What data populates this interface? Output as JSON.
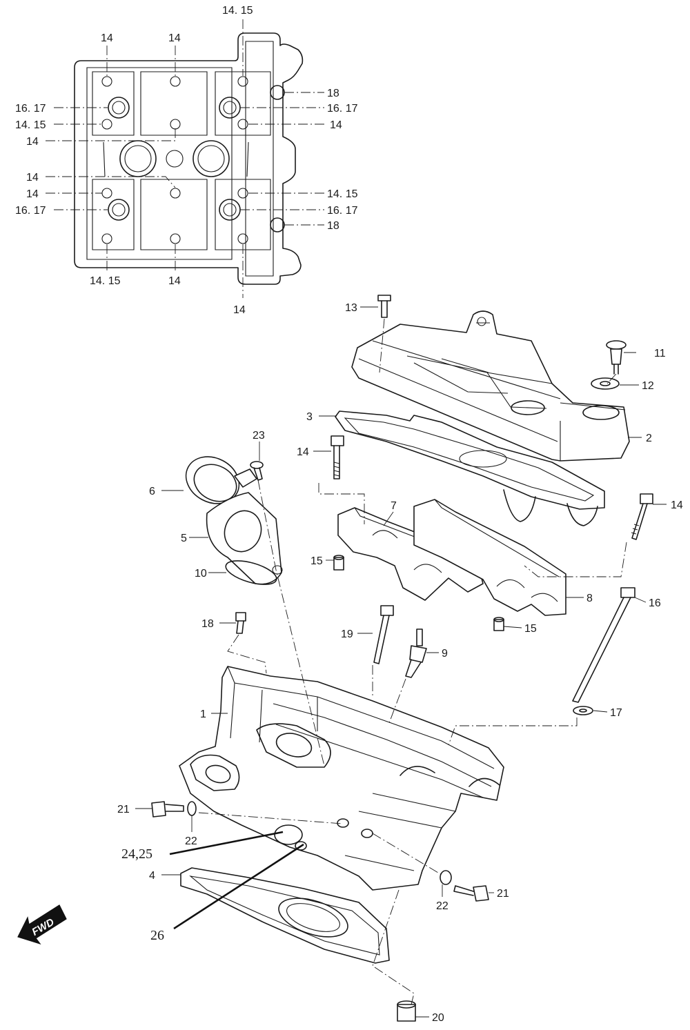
{
  "labels": {
    "top_14_15": "14. 15",
    "top_14_a": "14",
    "top_14_b": "14",
    "l_16_17_a": "16. 17",
    "l_14_15_a": "14. 15",
    "l_14_a": "14",
    "l_14_b": "14",
    "l_14_c": "14",
    "l_16_17_b": "16. 17",
    "r_18_a": "18",
    "r_16_17_a": "16. 17",
    "r_14_a": "14",
    "r_14_15": "14. 15",
    "r_16_17_b": "16. 17",
    "r_18_b": "18",
    "bot_14_15": "14. 15",
    "bot_14_a": "14",
    "bot_14_b": "14",
    "p13": "13",
    "p11": "11",
    "p12": "12",
    "p3": "3",
    "p2": "2",
    "p23": "23",
    "p14_left": "14",
    "p6": "6",
    "p7": "7",
    "p14_right": "14",
    "p5": "5",
    "p15_left": "15",
    "p10": "10",
    "p8": "8",
    "p16": "16",
    "p18": "18",
    "p19": "19",
    "p15_right": "15",
    "p9": "9",
    "p1": "1",
    "p17": "17",
    "p21_left": "21",
    "p22_left": "22",
    "p24_25": "24,25",
    "p4": "4",
    "p22_right": "22",
    "p21_right": "21",
    "p26": "26",
    "p20": "20"
  },
  "fwd_arrow": {
    "text": "FWD"
  }
}
